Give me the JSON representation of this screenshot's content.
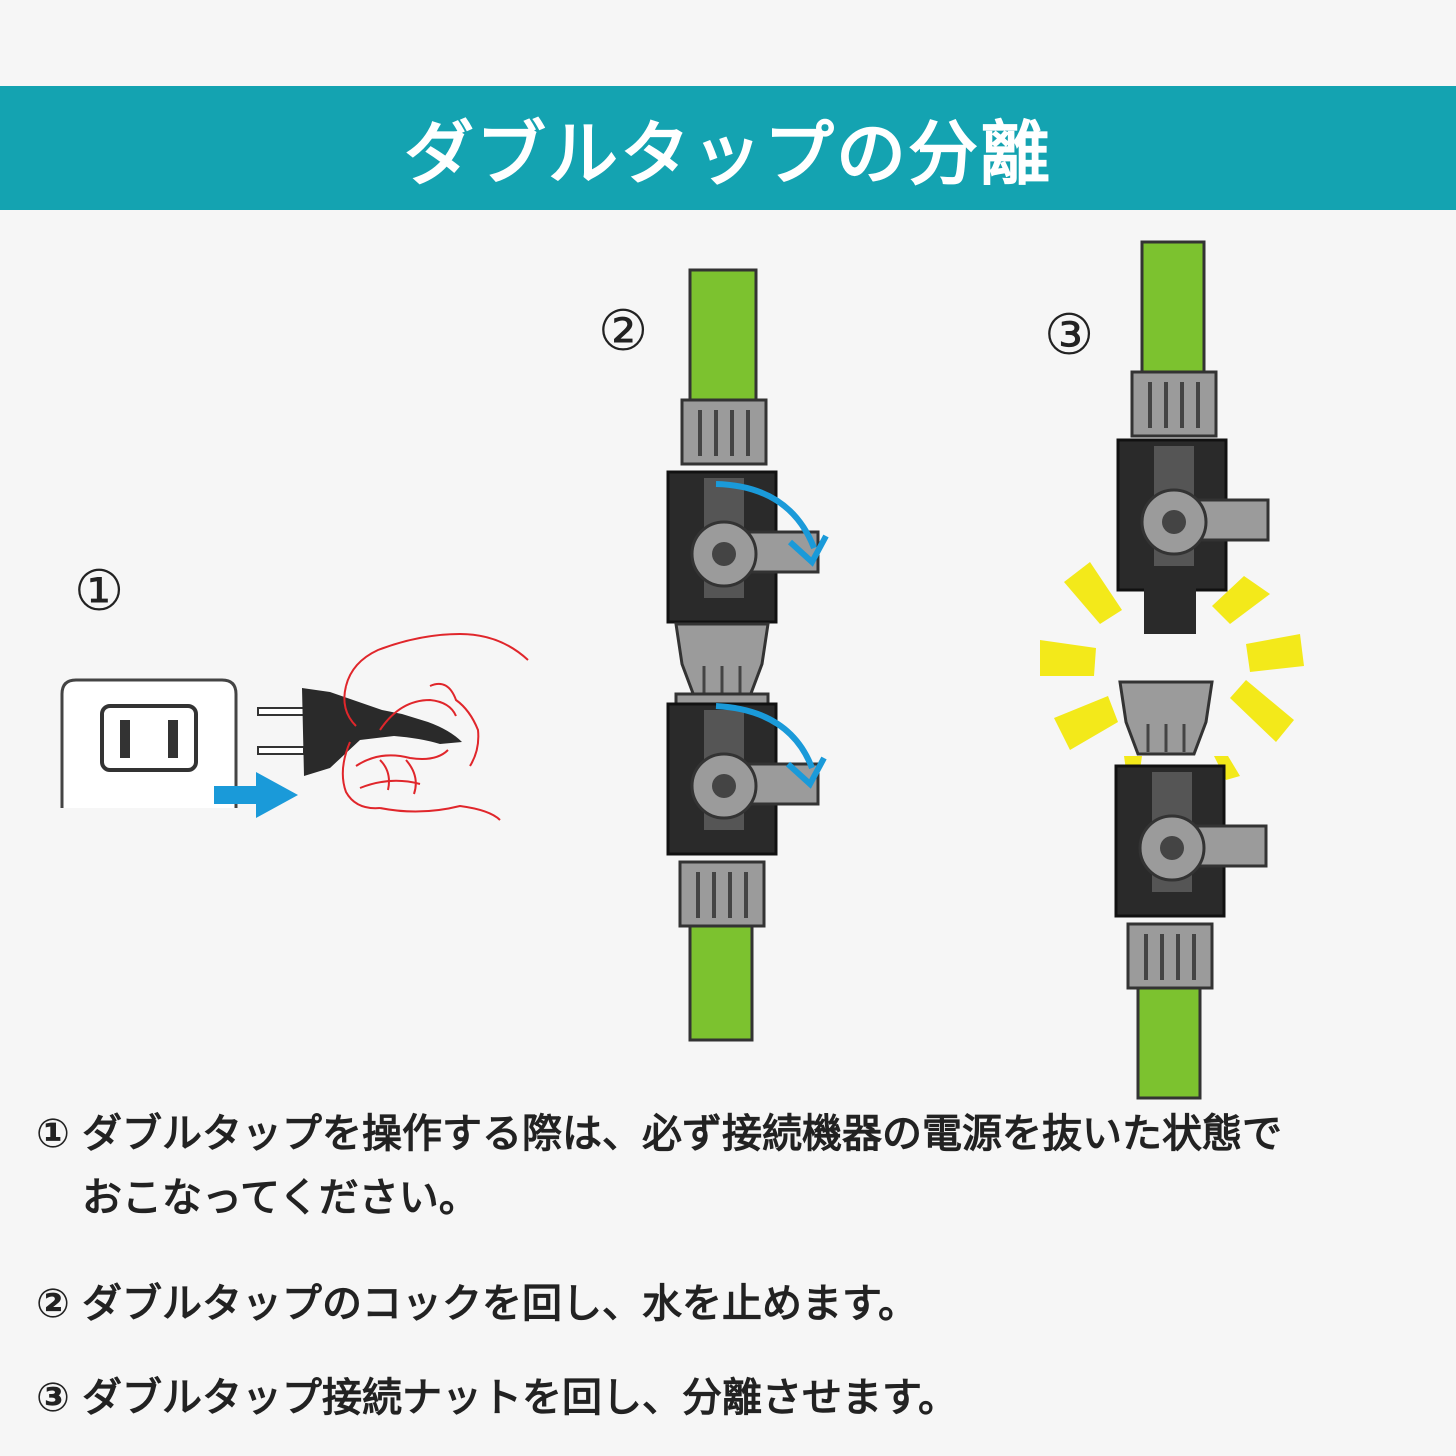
{
  "header": {
    "title": "ダブルタップの分離",
    "bg_color": "#14a3b1"
  },
  "colors": {
    "hose_green": "#7cc22f",
    "fitting_gray": "#9b9b9b",
    "valve_black": "#2a2a2a",
    "arrow_blue": "#1a9ad9",
    "hand_red": "#e0262b",
    "burst_yellow": "#f3e91a"
  },
  "step_labels": {
    "one": "①",
    "two": "②",
    "three": "③"
  },
  "instructions": [
    {
      "mark": "①",
      "line1": "ダブルタップを操作する際は、必ず接続機器の電源を抜いた状態で",
      "line2": "おこなってください。"
    },
    {
      "mark": "②",
      "line1": "ダブルタップのコックを回し、水を止めます。"
    },
    {
      "mark": "③",
      "line1": "ダブルタップ接続ナットを回し、分離させます。"
    }
  ],
  "icons": {
    "outlet": "power-outlet-icon",
    "plug": "power-plug-icon",
    "hand": "hand-icon",
    "push_arrow": "right-arrow-icon",
    "rotate_arrow": "curved-rotate-arrow-icon",
    "burst": "separation-burst-icon"
  }
}
